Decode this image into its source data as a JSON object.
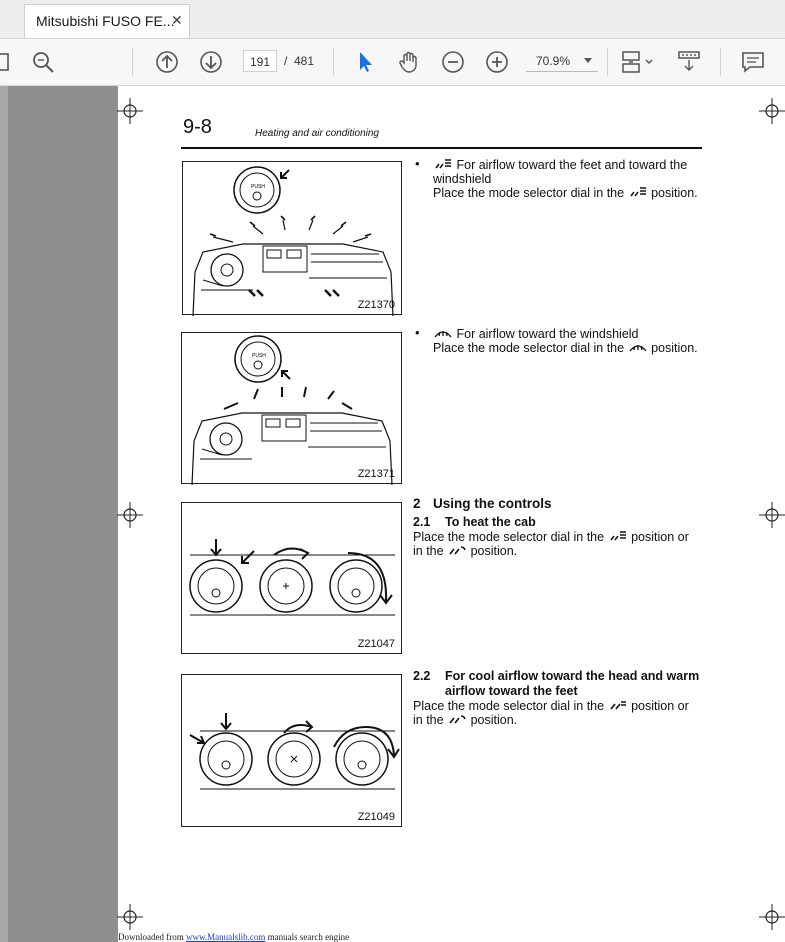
{
  "tab": {
    "title": "Mitsubishi FUSO FE...",
    "close_icon": "close-icon"
  },
  "toolbar": {
    "page_current": "191",
    "page_separator": "/",
    "page_total": "481",
    "zoom": "70.9%"
  },
  "page": {
    "header": {
      "number": "9-8",
      "title": "Heating and air conditioning"
    },
    "sections": {
      "s1_line1": "For airflow toward the feet and toward the",
      "s1_line2": "windshield",
      "s1_line3a": "Place the mode selector dial in the",
      "s1_line3b": "position.",
      "s2_line1": "For airflow toward the windshield",
      "s2_line2a": "Place the mode selector dial in the",
      "s2_line2b": "position.",
      "h2_num": "2",
      "h2_text": "Using the controls",
      "h21_num": "2.1",
      "h21_text": "To heat the cab",
      "s3_line1a": "Place the mode selector dial in the",
      "s3_line1b": "position or",
      "s3_line2a": "in the",
      "s3_line2b": "position.",
      "h22_num": "2.2",
      "h22_line1": "For cool airflow toward the head and warm",
      "h22_line2": "airflow toward the feet",
      "s4_line1a": "Place the mode selector dial in the",
      "s4_line1b": "position or",
      "s4_line2a": "in the",
      "s4_line2b": "position."
    },
    "figures": [
      "Z21370",
      "Z21371",
      "Z21047",
      "Z21049"
    ],
    "dial_label": "PUSH",
    "footer": {
      "prefix": "Downloaded from",
      "link": "www.Manualslib.com",
      "suffix": "manuals search engine"
    }
  }
}
